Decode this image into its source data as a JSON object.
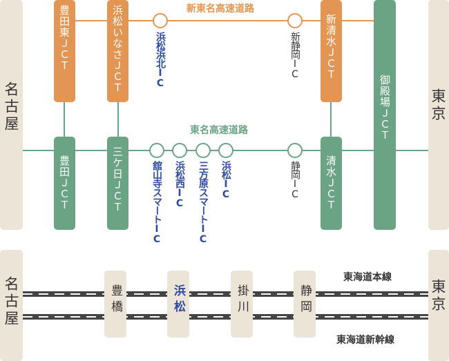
{
  "colors": {
    "shin_tomei": "#e39653",
    "tomei": "#6ba385",
    "endpoint_bg": "#ece4d6",
    "ic_label": "#2e4b9e",
    "rail": "#444444"
  },
  "highway": {
    "endpoints": {
      "west": "名古屋",
      "east": "東京"
    },
    "shin_tomei": {
      "name": "新東名高速道路",
      "jcts": [
        "豊田東ＪＣＴ",
        "浜松いなさＪＣＴ",
        "新清水ＪＣＴ"
      ],
      "ics": [
        "浜松浜北IC",
        "新静岡IC"
      ]
    },
    "tomei": {
      "name": "東名高速道路",
      "jcts": [
        "豊田ＪＣＴ",
        "三ケ日ＪＣＴ",
        "清水ＪＣＴ"
      ],
      "ics": [
        "舘山寺スマートIC",
        "浜松西IC",
        "三方原スマートIC",
        "浜松IC",
        "静岡IC"
      ]
    },
    "connector": "御殿場ＪＣＴ"
  },
  "rail": {
    "endpoints": {
      "west": "名古屋",
      "east": "東京"
    },
    "lines": [
      "東海道本線",
      "東海道新幹線"
    ],
    "stations": [
      "豊橋",
      "浜松",
      "掛川",
      "静岡"
    ]
  }
}
